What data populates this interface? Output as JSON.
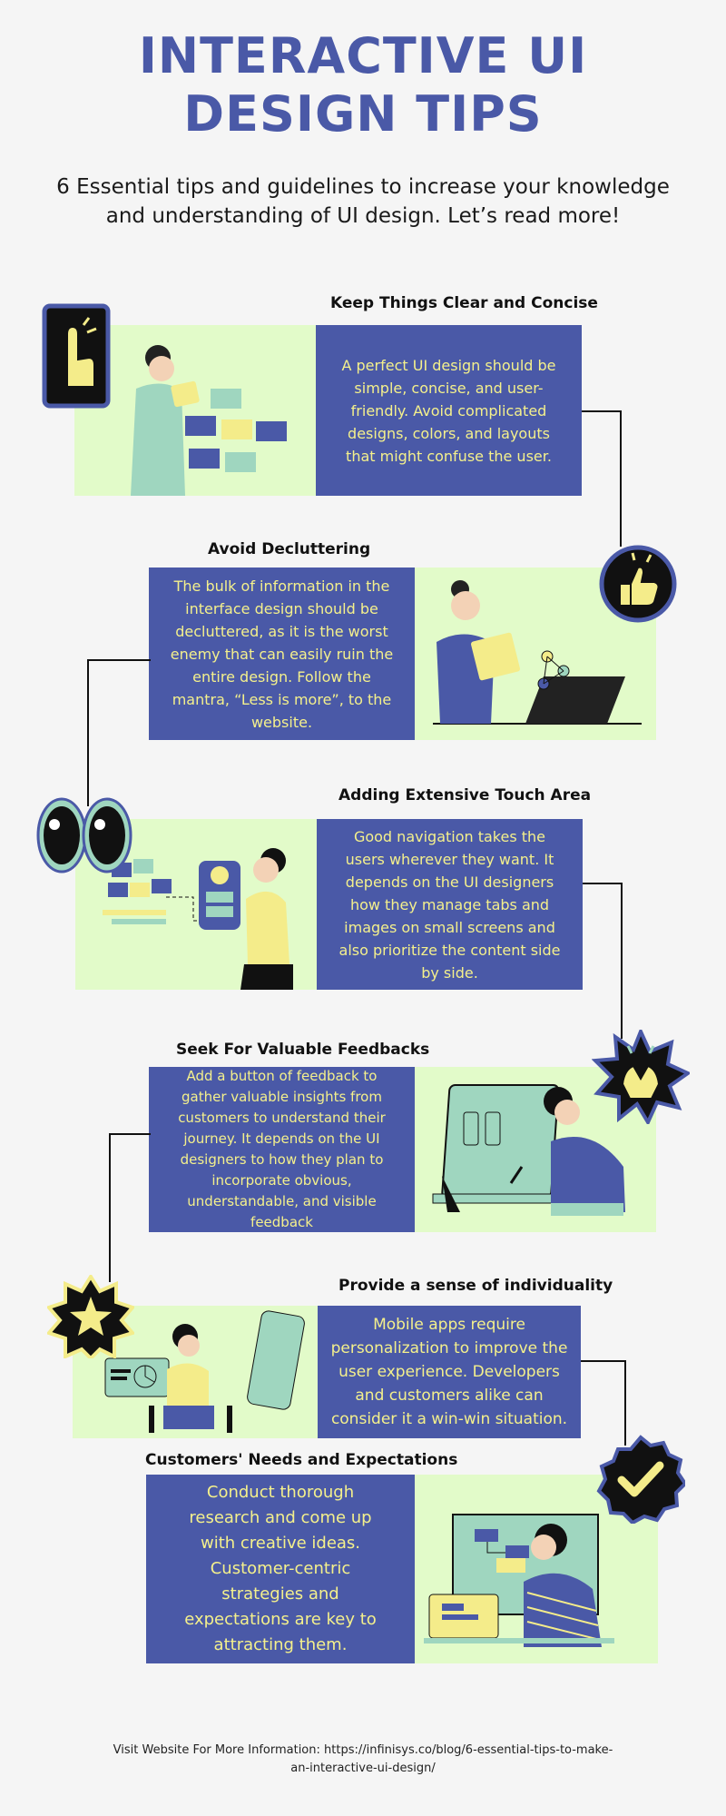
{
  "title_line1": "INTERACTIVE UI",
  "title_line2": "DESIGN TIPS",
  "subtitle": "6 Essential tips and guidelines to increase your knowledge and understanding of UI design. Let’s read more!",
  "tips": [
    {
      "heading": "Keep Things Clear and Concise",
      "text": "A perfect UI design should be simple, concise, and user-friendly. Avoid complicated designs, colors, and layouts that might confuse the user.",
      "icon": "pointing-hand-icon"
    },
    {
      "heading": "Avoid Decluttering",
      "text": "The bulk of information in the interface design should be decluttered, as it is the worst enemy that can easily ruin the entire design. Follow the mantra, “Less is more”,  to the website.",
      "icon": "thumbs-up-icon"
    },
    {
      "heading": "Adding Extensive Touch Area",
      "text": "Good navigation takes the users wherever they want. It depends on the UI designers how they manage tabs and images on small screens and also prioritize the content side by side.",
      "icon": "eyes-icon"
    },
    {
      "heading": "Seek For Valuable Feedbacks",
      "text": "Add a button of feedback to gather valuable insights from customers to understand their journey. It depends on the UI designers to how they plan to incorporate obvious, understandable, and visible feedback",
      "icon": "clapping-hands-icon"
    },
    {
      "heading": "Provide a sense of individuality",
      "text": "Mobile apps require personalization to improve the user experience. Developers and customers alike can consider it a win-win situation.",
      "icon": "star-icon"
    },
    {
      "heading": "Customers' Needs and Expectations",
      "text": "Conduct thorough research and come up with creative ideas. Customer-centric strategies and expectations are key to attracting them.",
      "icon": "checkmark-icon"
    }
  ],
  "footer": "Visit Website For More Information: https://infinisys.co/blog/6-essential-tips-to-make-an-interactive-ui-design/",
  "colors": {
    "accent_blue": "#4a59a7",
    "text_yellow": "#f4f08c",
    "light_green": "#e2fbc9",
    "background": "#f5f5f5"
  }
}
